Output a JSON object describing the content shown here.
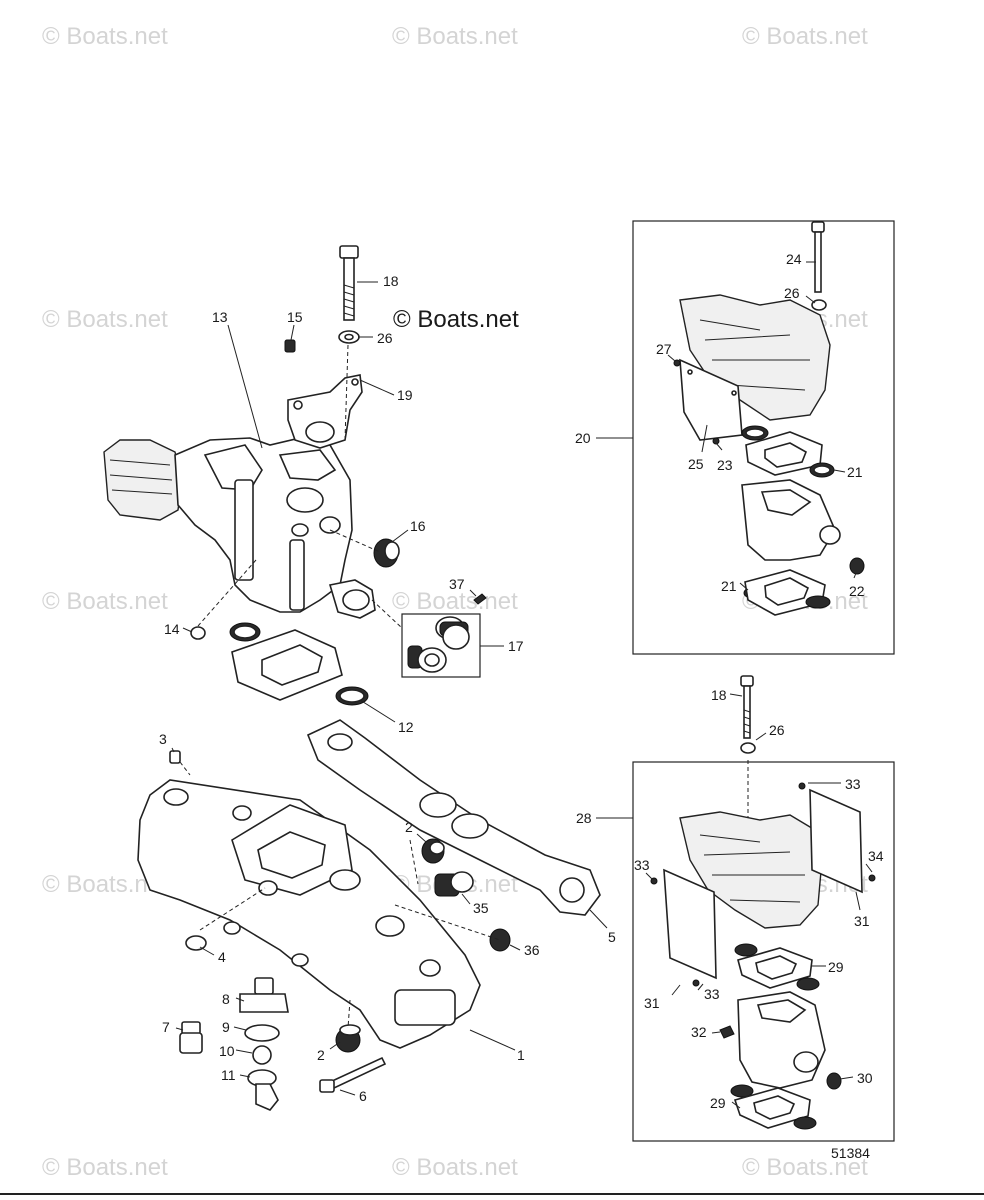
{
  "watermarks": {
    "tiled_text": "© Boats.net",
    "main_text": "© Boats.net"
  },
  "figure_number": "51384",
  "callouts": [
    {
      "id": "c1",
      "text": "1"
    },
    {
      "id": "c2a",
      "text": "2"
    },
    {
      "id": "c2b",
      "text": "2"
    },
    {
      "id": "c3",
      "text": "3"
    },
    {
      "id": "c4",
      "text": "4"
    },
    {
      "id": "c5",
      "text": "5"
    },
    {
      "id": "c6",
      "text": "6"
    },
    {
      "id": "c7",
      "text": "7"
    },
    {
      "id": "c8",
      "text": "8"
    },
    {
      "id": "c9",
      "text": "9"
    },
    {
      "id": "c10",
      "text": "10"
    },
    {
      "id": "c11",
      "text": "11"
    },
    {
      "id": "c12",
      "text": "12"
    },
    {
      "id": "c13",
      "text": "13"
    },
    {
      "id": "c14",
      "text": "14"
    },
    {
      "id": "c15",
      "text": "15"
    },
    {
      "id": "c16",
      "text": "16"
    },
    {
      "id": "c17",
      "text": "17"
    },
    {
      "id": "c18a",
      "text": "18"
    },
    {
      "id": "c18b",
      "text": "18"
    },
    {
      "id": "c19",
      "text": "19"
    },
    {
      "id": "c20",
      "text": "20"
    },
    {
      "id": "c21a",
      "text": "21"
    },
    {
      "id": "c21b",
      "text": "21"
    },
    {
      "id": "c22",
      "text": "22"
    },
    {
      "id": "c23",
      "text": "23"
    },
    {
      "id": "c24",
      "text": "24"
    },
    {
      "id": "c25",
      "text": "25"
    },
    {
      "id": "c26a",
      "text": "26"
    },
    {
      "id": "c26b",
      "text": "26"
    },
    {
      "id": "c26c",
      "text": "26"
    },
    {
      "id": "c27",
      "text": "27"
    },
    {
      "id": "c28",
      "text": "28"
    },
    {
      "id": "c29a",
      "text": "29"
    },
    {
      "id": "c29b",
      "text": "29"
    },
    {
      "id": "c30",
      "text": "30"
    },
    {
      "id": "c31a",
      "text": "31"
    },
    {
      "id": "c31b",
      "text": "31"
    },
    {
      "id": "c32",
      "text": "32"
    },
    {
      "id": "c33a",
      "text": "33"
    },
    {
      "id": "c33b",
      "text": "33"
    },
    {
      "id": "c33c",
      "text": "33"
    },
    {
      "id": "c34",
      "text": "34"
    },
    {
      "id": "c35",
      "text": "35"
    },
    {
      "id": "c36",
      "text": "36"
    },
    {
      "id": "c37",
      "text": "37"
    }
  ]
}
